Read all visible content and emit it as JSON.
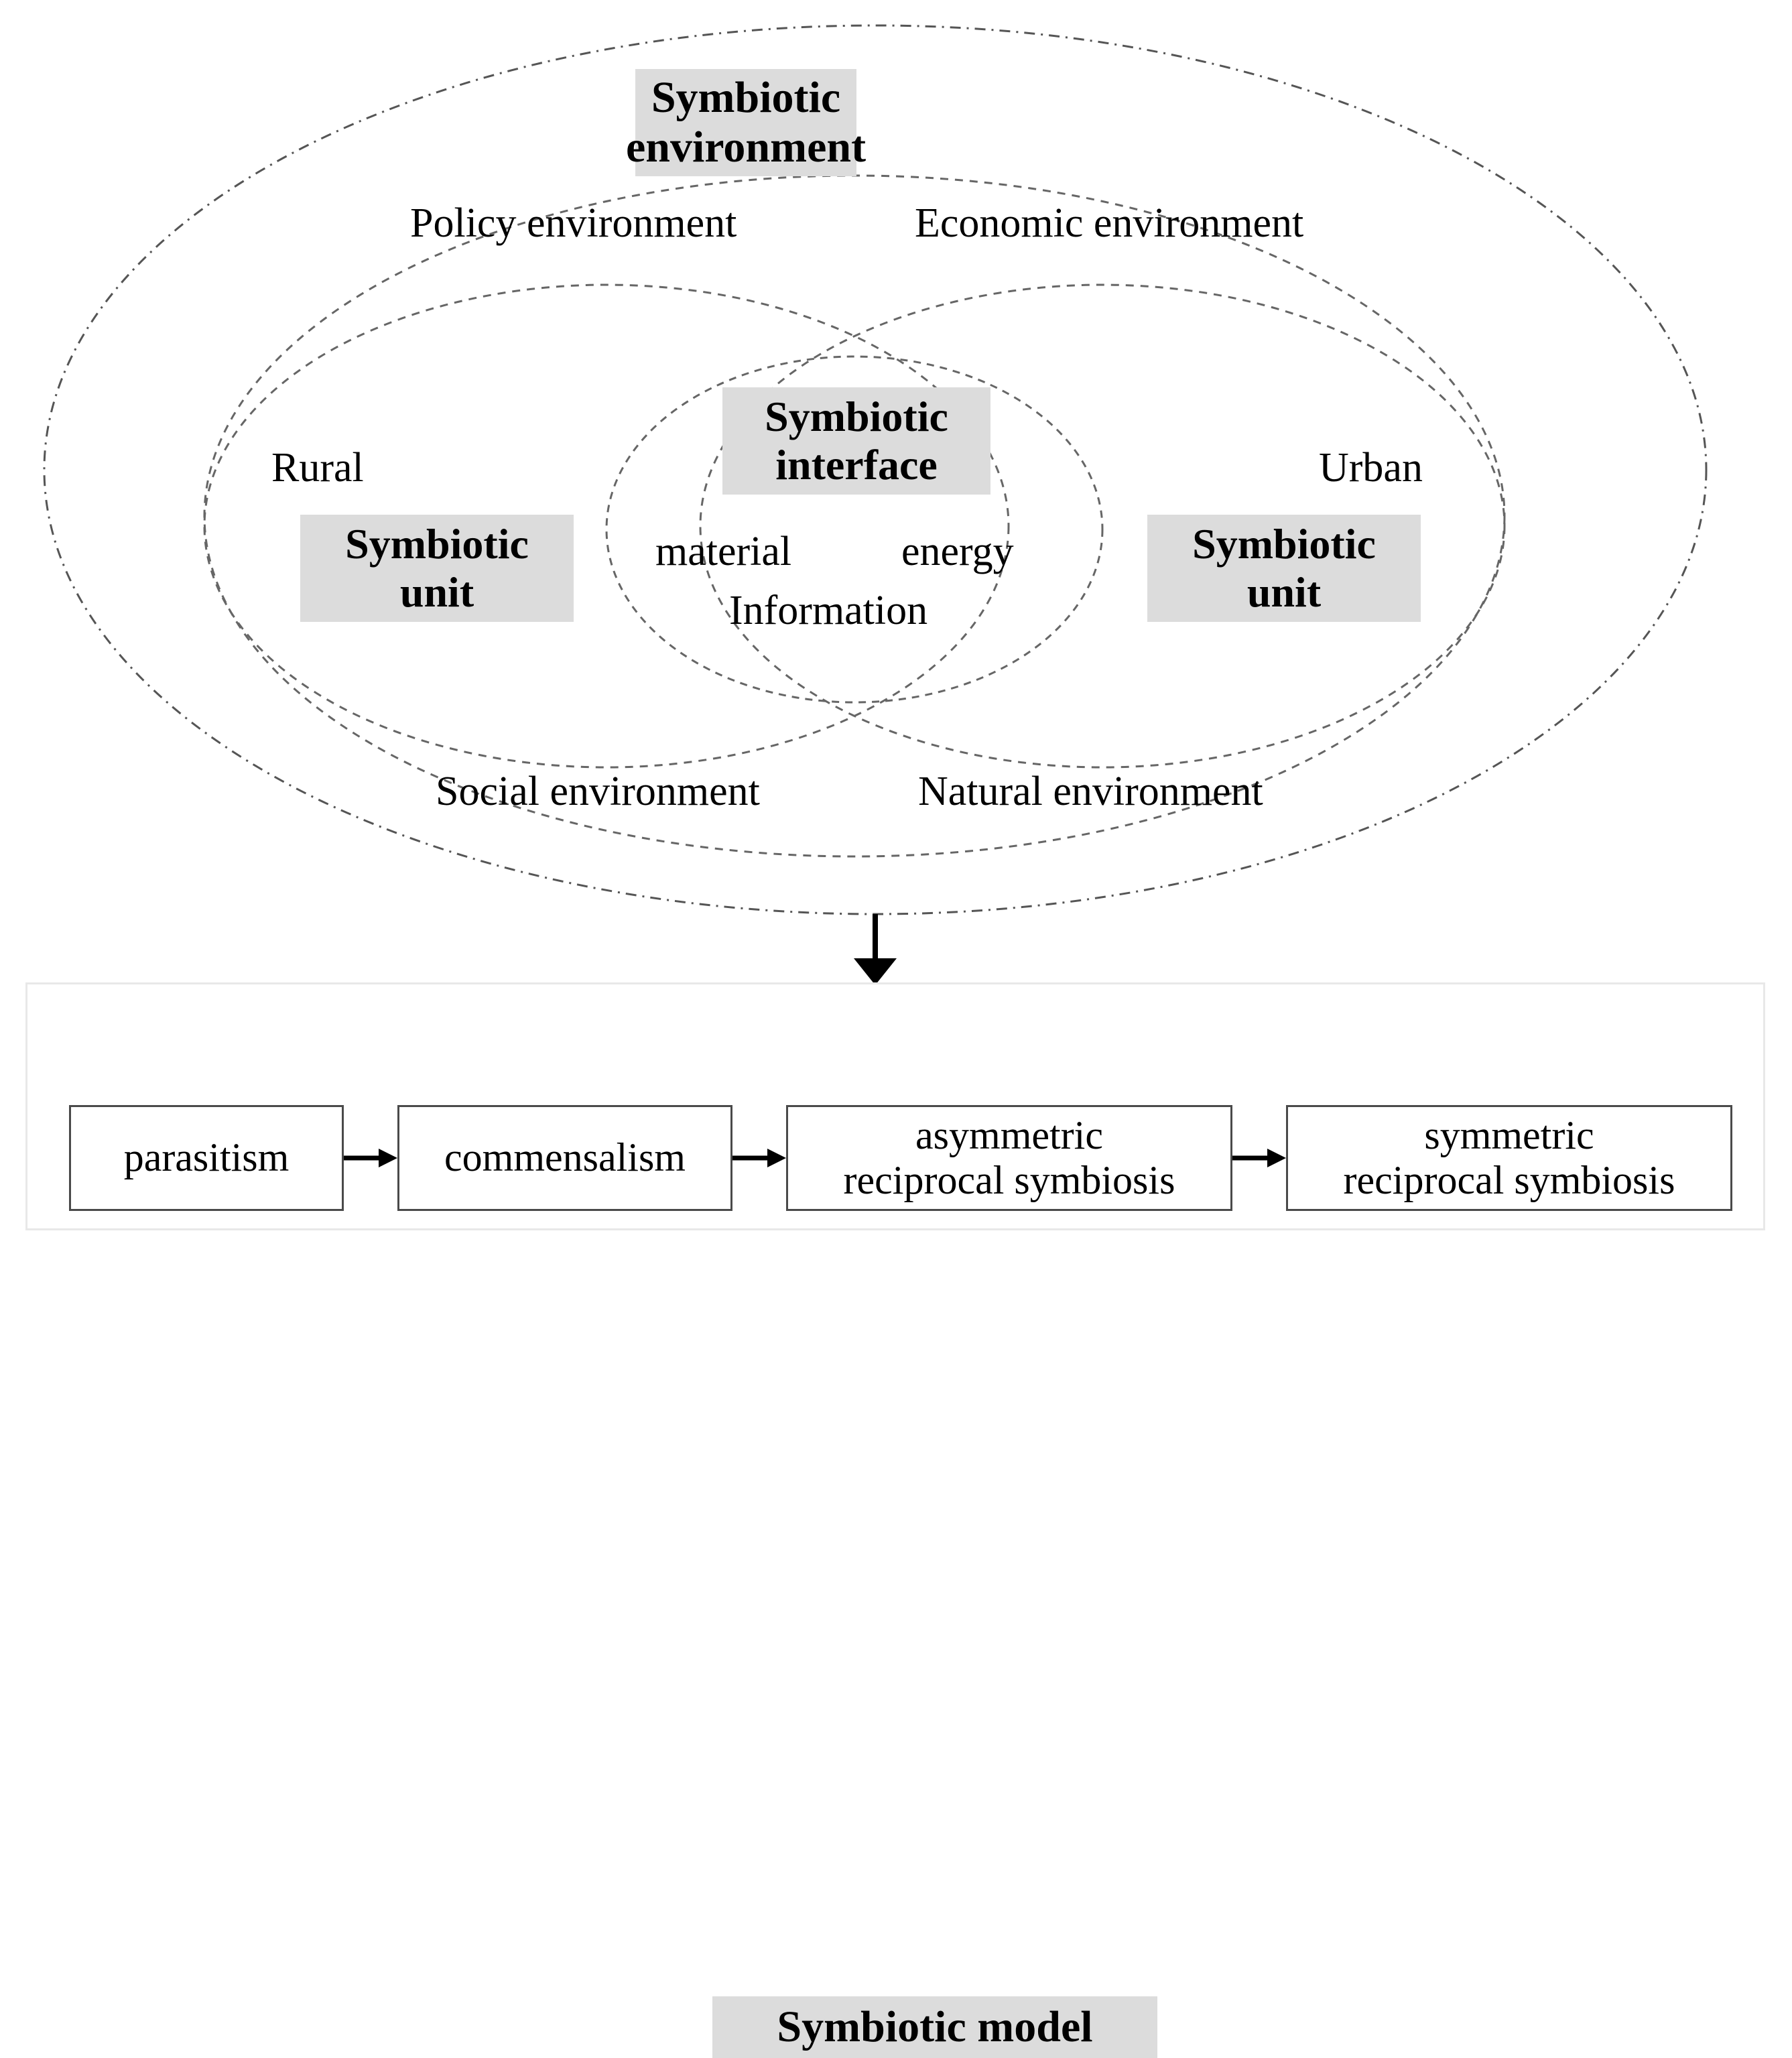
{
  "diagram": {
    "title_chip": "Symbiotic environment",
    "title_line1": "Symbiotic",
    "title_line2": "environment",
    "environment_labels": {
      "policy": "Policy environment",
      "economic": "Economic environment",
      "social": "Social environment",
      "natural": "Natural environment"
    },
    "side_labels": {
      "rural": "Rural",
      "urban": "Urban"
    },
    "unit_chip": {
      "line1": "Symbiotic",
      "line2": "unit"
    },
    "interface_chip": {
      "line1": "Symbiotic",
      "line2": "interface"
    },
    "interface_flows": {
      "material": "material",
      "energy": "energy",
      "information": "Information"
    },
    "colors": {
      "chip_background": "#dcdcdc",
      "ellipse_stroke": "#555555",
      "box_border": "#4a4a4a",
      "container_border": "#e8e8e8",
      "text": "#000000"
    }
  },
  "model": {
    "heading": "Symbiotic model",
    "steps": [
      {
        "label": "parasitism",
        "line1": "parasitism",
        "line2": ""
      },
      {
        "label": "commensalism",
        "line1": "commensalism",
        "line2": ""
      },
      {
        "label": "asymmetric reciprocal symbiosis",
        "line1": "asymmetric",
        "line2": "reciprocal symbiosis"
      },
      {
        "label": "symmetric reciprocal symbiosis",
        "line1": "symmetric",
        "line2": "reciprocal symbiosis"
      }
    ]
  }
}
